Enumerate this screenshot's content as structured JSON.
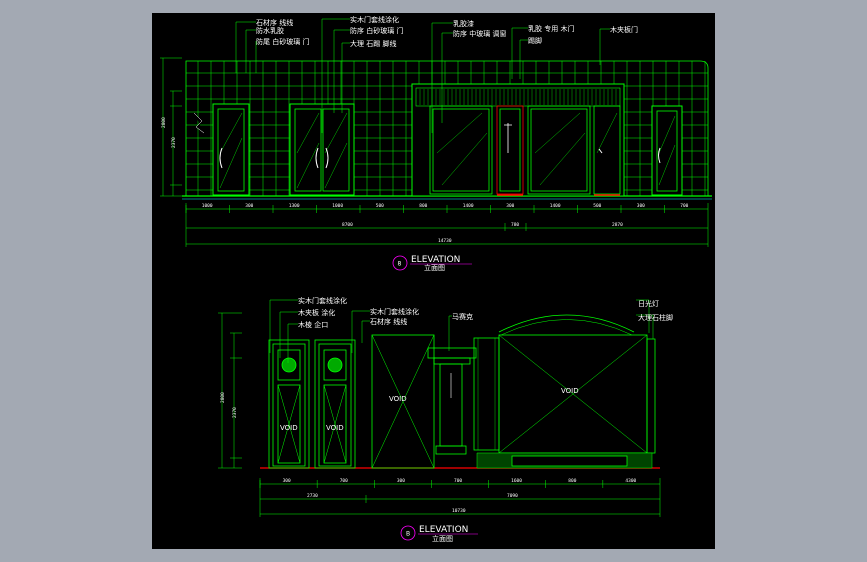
{
  "colors": {
    "background": "#a3a9b3",
    "canvas": "#000000",
    "line_primary": "#00ff00",
    "line_secondary": "#00ffff",
    "text": "#ffffff",
    "title_marker": "#ff00ff",
    "base_red": "#ff0000"
  },
  "elevation_a": {
    "title": "ELEVATION",
    "subtitle": "立面图",
    "marker": "8",
    "callouts": [
      "石材序 线线",
      "防水乳胶",
      "防尾 白砂玻璃 门",
      "实木门套线涂化",
      "防序 白砂玻璃 门",
      "大理 石踢 脚线",
      "乳胶漆",
      "防序 中玻璃 调窗",
      "乳胶 专用 木门",
      "踢脚",
      "木夹板门"
    ],
    "height_dims": [
      "2800",
      "2370"
    ],
    "dims_row1": [
      "1000",
      "300",
      "1300",
      "1000",
      "500",
      "800",
      "1400",
      "300",
      "1400",
      "500",
      "300",
      "700"
    ],
    "dims_row2": [
      "8700",
      "780",
      "2870"
    ],
    "dims_row3": [
      "14730"
    ]
  },
  "elevation_b": {
    "title": "ELEVATION",
    "subtitle": "立面图",
    "marker": "B",
    "void_label": "VOID",
    "callouts_left": [
      "实木门套线涂化",
      "木夹板 涂化",
      "木棱 企口"
    ],
    "callouts_middle": [
      "实木门套线涂化",
      "石材序 线线"
    ],
    "callouts_right": [
      "日光灯",
      "大理石柱脚"
    ],
    "callout_column": "马赛克",
    "height_dims": [
      "2800",
      "2370"
    ],
    "dims_row1": [
      "300",
      "700",
      "300",
      "700",
      "1600",
      "800",
      "4300"
    ],
    "dims_row2": [
      "2730",
      "7090"
    ],
    "dims_row3": [
      "10730"
    ]
  }
}
